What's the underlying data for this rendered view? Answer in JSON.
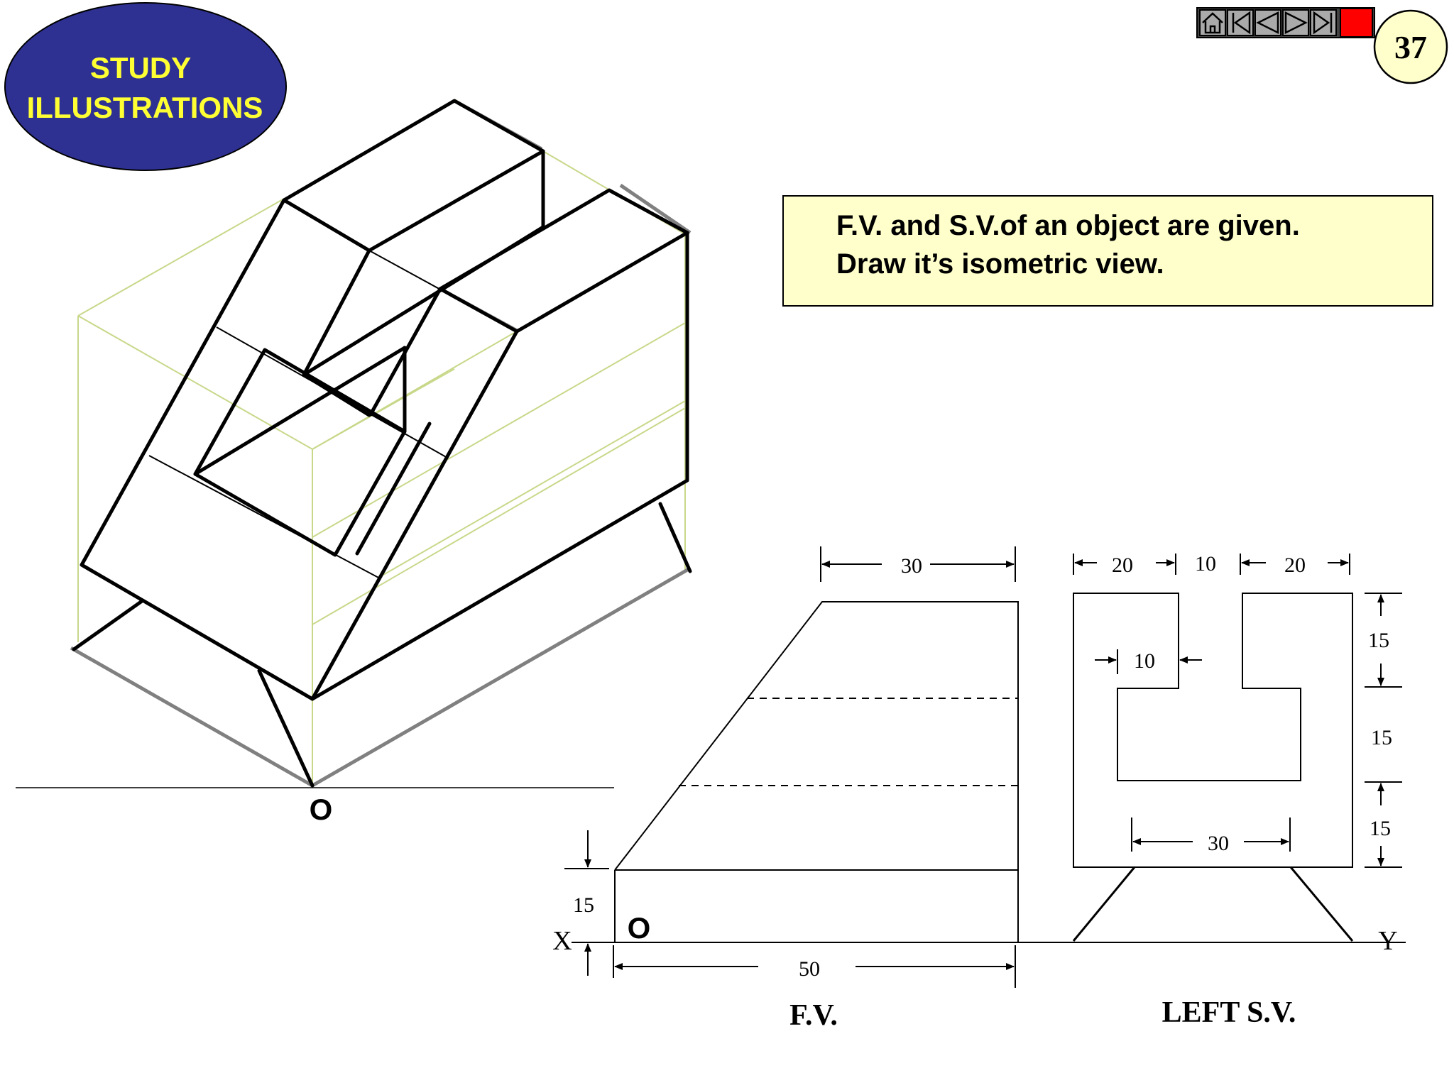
{
  "badge": {
    "line1": "STUDY",
    "line2": "ILLUSTRATIONS"
  },
  "nav": {
    "buttons": [
      "home-icon",
      "first-slide-icon",
      "previous-slide-icon",
      "next-slide-icon",
      "last-slide-icon",
      "stop-icon"
    ],
    "page_number": "37"
  },
  "instruction": {
    "line1": "F.V. and S.V.of  an object are given.",
    "line2": "Draw it’s isometric view."
  },
  "isometric": {
    "origin_label": "O"
  },
  "front_view": {
    "title": "F.V.",
    "origin_label": "O",
    "dim_top": "30",
    "dim_base": "50",
    "dim_height": "15"
  },
  "side_view": {
    "title": "LEFT S.V.",
    "dim_top_left": "20",
    "dim_top_mid": "10",
    "dim_top_right": "20",
    "dim_inner": "10",
    "dim_slot": "30",
    "dim_right_top": "15",
    "dim_right_mid": "15",
    "dim_right_bottom": "15"
  },
  "reference_line": {
    "x_label": "X",
    "y_label": "Y"
  },
  "colors": {
    "badge_fill": "#2e3192",
    "badge_text": "#ffff33",
    "note_fill": "#ffffcc",
    "page_badge_fill": "#ffffcc",
    "stop_red": "#ff0000",
    "construction": "#c8d88a"
  }
}
